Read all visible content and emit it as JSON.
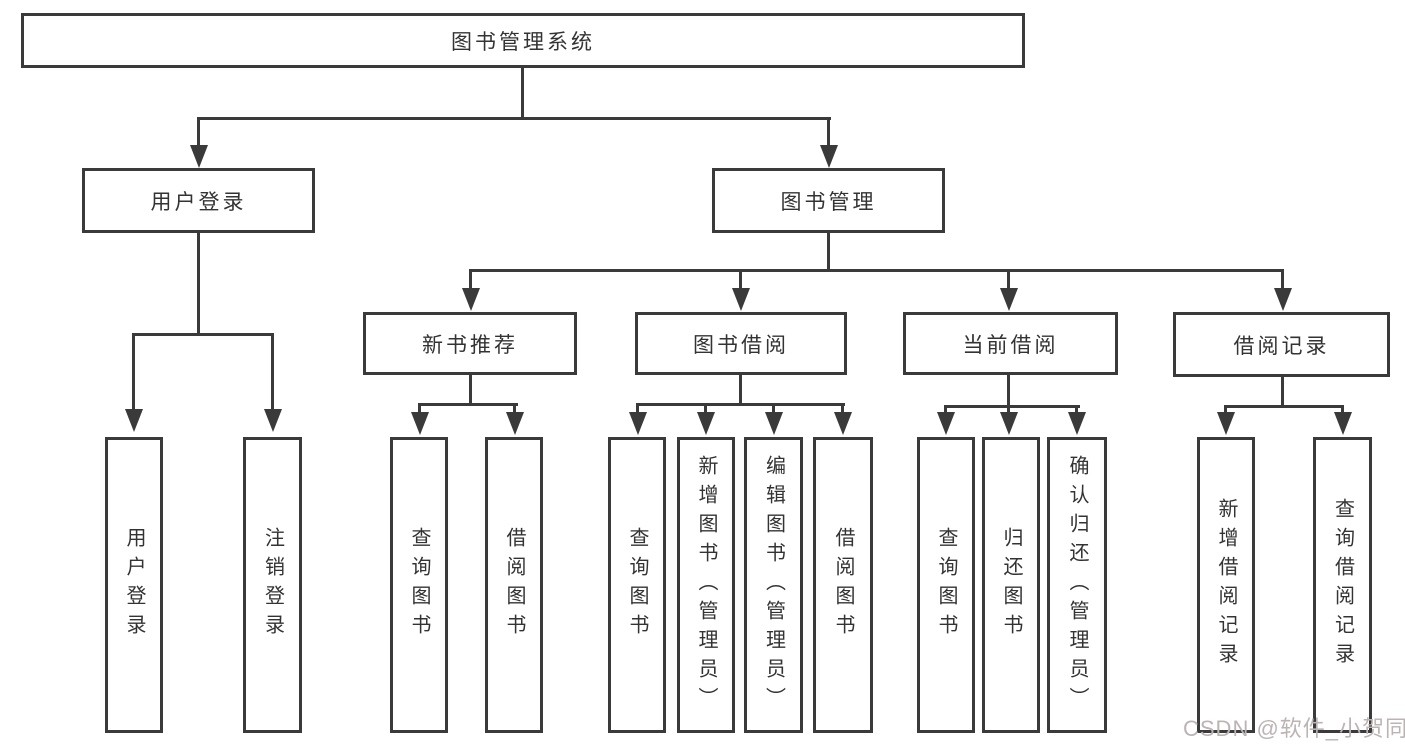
{
  "colors": {
    "line": "#3a3a3a",
    "text": "#333333",
    "background": "#ffffff",
    "watermark_text": "#bcb4b4"
  },
  "watermark": "CSDN @软件_小贺同学",
  "tree": {
    "label": "图书管理系统",
    "children": [
      {
        "label": "用户登录",
        "children": [
          {
            "label": "用户登录"
          },
          {
            "label": "注销登录"
          }
        ]
      },
      {
        "label": "图书管理",
        "children": [
          {
            "label": "新书推荐",
            "children": [
              {
                "label": "查询图书"
              },
              {
                "label": "借阅图书"
              }
            ]
          },
          {
            "label": "图书借阅",
            "children": [
              {
                "label": "查询图书"
              },
              {
                "label": "新增图书（管理员）"
              },
              {
                "label": "编辑图书（管理员）"
              },
              {
                "label": "借阅图书"
              }
            ]
          },
          {
            "label": "当前借阅",
            "children": [
              {
                "label": "查询图书"
              },
              {
                "label": "归还图书"
              },
              {
                "label": "确认归还（管理员）"
              }
            ]
          },
          {
            "label": "借阅记录",
            "children": [
              {
                "label": "新增借阅记录"
              },
              {
                "label": "查询借阅记录"
              }
            ]
          }
        ]
      }
    ]
  }
}
